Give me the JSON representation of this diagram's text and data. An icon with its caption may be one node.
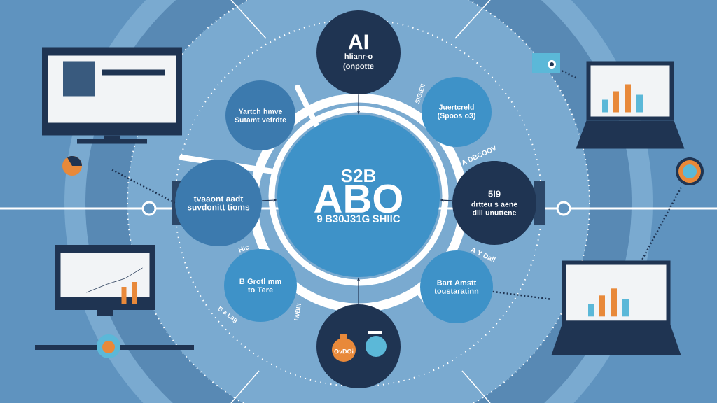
{
  "diagram": {
    "nodes": [
      {
        "text": [
          "S2B",
          "ABO",
          "9 B30J31G SHIIC"
        ]
      },
      {
        "text": [
          "AI",
          "hlianr-o",
          "(onpotte"
        ]
      },
      {
        "text": [
          "Yartch hmve Sutamt vefrdte"
        ]
      },
      {
        "text": [
          "Juertcreld (Spoos o3)"
        ]
      },
      {
        "text": [
          "tvaaont aadt suvdonitt tioms"
        ]
      },
      {
        "text": [
          "5I9",
          "drtteu s aene dili unuttene"
        ]
      },
      {
        "text": [
          "B Grotl mm to Tere"
        ]
      },
      {
        "text": [
          "Bart Amstt toustaratinn"
        ]
      },
      {
        "text": [
          "OvDOi"
        ]
      },
      {
        "text": [],
        "shape": "picture"
      },
      {
        "text": [],
        "shape": "picture"
      },
      {
        "text": [],
        "shape": "picture"
      },
      {
        "text": [],
        "shape": "picture"
      },
      {
        "text": [],
        "shape": "picture"
      },
      {
        "text": [],
        "shape": "picture"
      }
    ],
    "edges": [
      {
        "from": 1,
        "to": 0,
        "arrow": "to"
      },
      {
        "from": 4,
        "to": 0,
        "arrow": "to"
      },
      {
        "from": 5,
        "to": 0,
        "arrow": "to"
      },
      {
        "from": 8,
        "to": 0,
        "arrow": "to"
      },
      {
        "from": 9,
        "to": 4,
        "arrow": "none",
        "style": "dashed"
      },
      {
        "from": 13,
        "to": 11,
        "arrow": "none",
        "style": "dashed"
      },
      {
        "from": 7,
        "to": 12,
        "arrow": "none",
        "style": "dashed"
      },
      {
        "from": 14,
        "to": 12,
        "arrow": "none",
        "style": "dashed"
      }
    ],
    "labels": [
      "SIGIEII",
      "A DBCOOV",
      "A Y Dall",
      "Hic",
      "IWBIII",
      "B a Lag"
    ]
  }
}
